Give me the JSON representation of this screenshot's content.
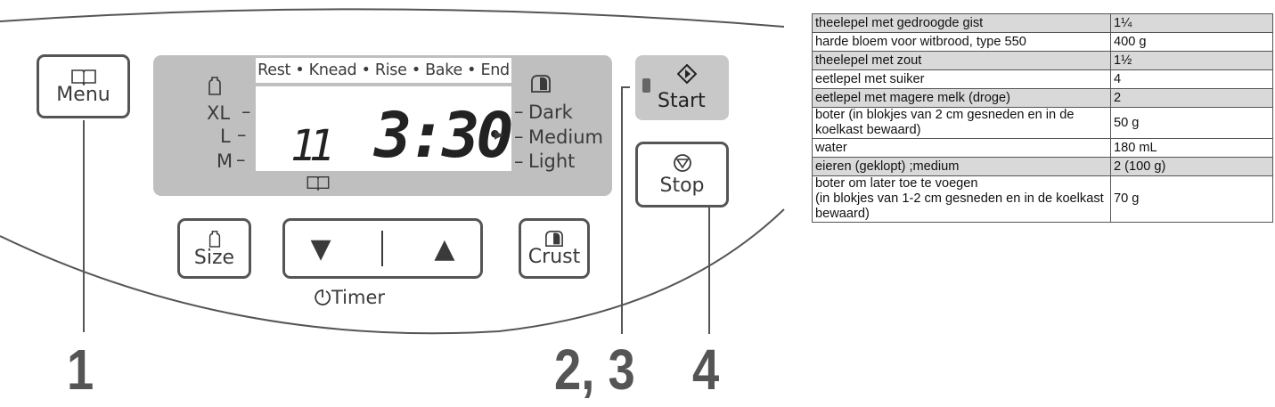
{
  "panel": {
    "menu_button": {
      "label": "Menu",
      "icon": "book-icon"
    },
    "size_button": {
      "label": "Size",
      "icon": "loaf-size-icon"
    },
    "crust_button": {
      "label": "Crust",
      "icon": "bread-slice-icon"
    },
    "start_button": {
      "label": "Start",
      "icon": "start-diamond-icon"
    },
    "stop_button": {
      "label": "Stop",
      "icon": "stop-icon"
    },
    "timer_down": "▼",
    "timer_up": "▲",
    "timer_label": "Timer",
    "display": {
      "phases": "Rest • Knead • Rise • Bake • End",
      "sizes": [
        "XL",
        "L",
        "M"
      ],
      "crust_levels": [
        "Dark",
        "Medium",
        "Light"
      ],
      "menu_number": "11",
      "time": "3:30",
      "arrow": "▸"
    },
    "callouts": [
      "1",
      "2, 3",
      "4"
    ]
  },
  "ingredients": [
    {
      "name": "theelepel met gedroogde gist",
      "amount": "1¼"
    },
    {
      "name": "harde bloem voor witbrood, type 550",
      "amount": "400 g"
    },
    {
      "name": "theelepel met zout",
      "amount": "1½"
    },
    {
      "name": "eetlepel met suiker",
      "amount": "4"
    },
    {
      "name": "eetlepel met magere melk (droge)",
      "amount": "2"
    },
    {
      "name": "boter (in blokjes van 2 cm gesneden en in de koelkast bewaard)",
      "amount": "50 g"
    },
    {
      "name": "water",
      "amount": "180 mL"
    },
    {
      "name": "eieren (geklopt) ;medium",
      "amount": "2 (100 g)"
    },
    {
      "name": "boter om later toe te voegen\n(in blokjes van 1-2 cm gesneden en in de koelkast bewaard)",
      "amount": "70 g"
    }
  ],
  "colors": {
    "lcd": "#bfbfbf",
    "outline": "#555555",
    "row_shade": "#d9d9d9"
  }
}
